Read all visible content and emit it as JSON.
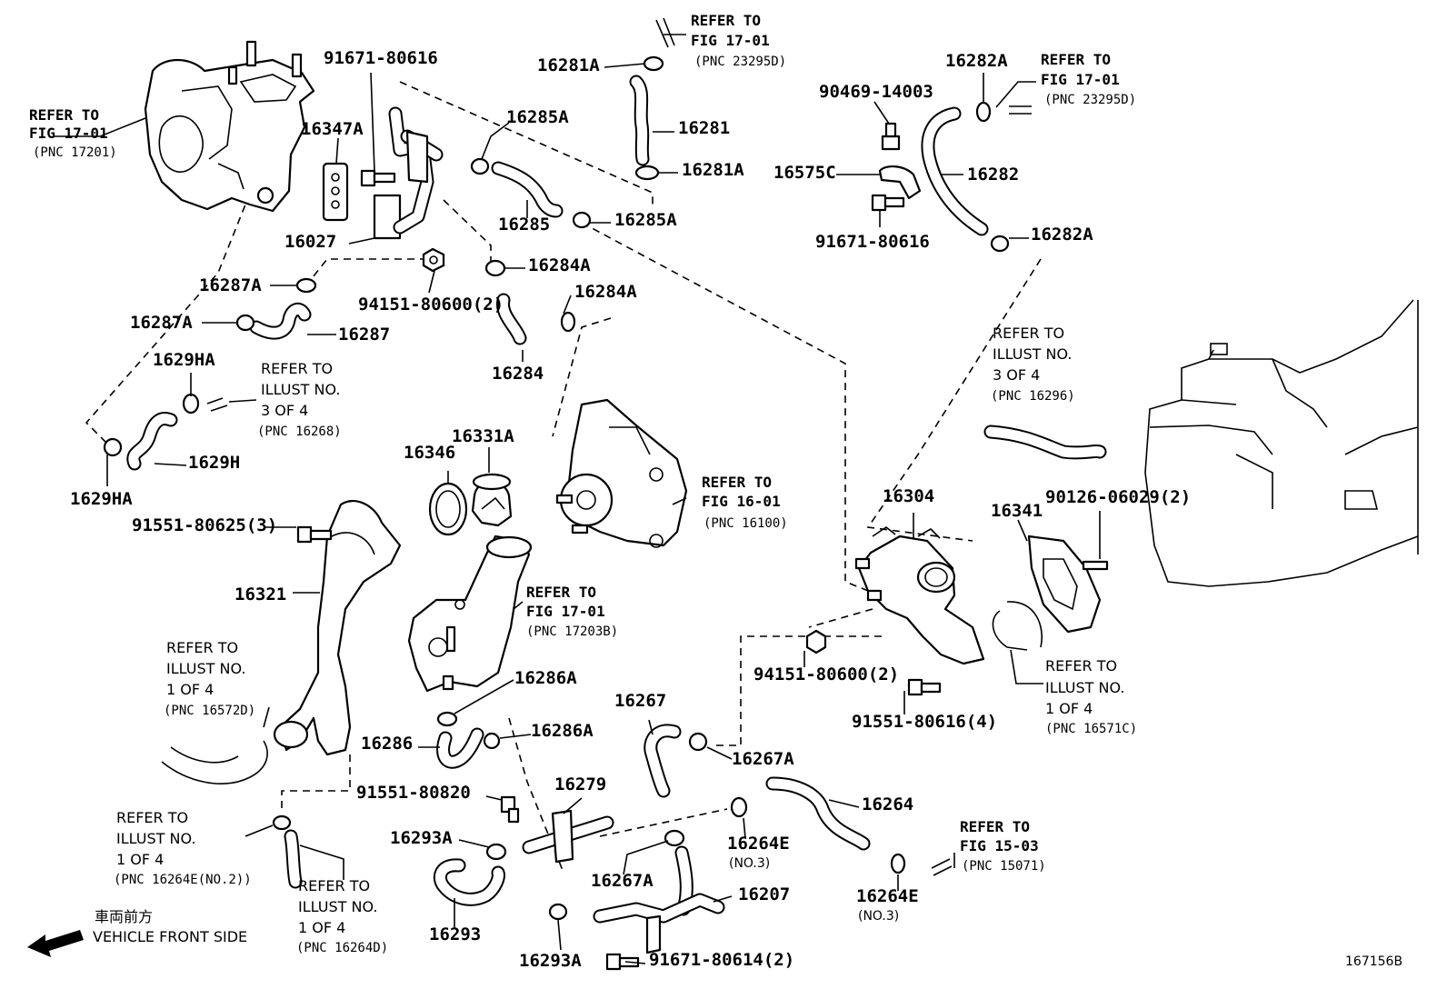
{
  "diagram_id": "167156B",
  "front_direction": {
    "jp": "車両前方",
    "en": "VEHICLE FRONT SIDE"
  },
  "parts": [
    {
      "id": "p1",
      "text": "16347A"
    },
    {
      "id": "p2",
      "text": "91671-80616"
    },
    {
      "id": "p3",
      "text": "16027"
    },
    {
      "id": "p4",
      "text": "16287A"
    },
    {
      "id": "p5",
      "text": "16287A"
    },
    {
      "id": "p6",
      "text": "16287"
    },
    {
      "id": "p7",
      "text": "94151-80600(2)"
    },
    {
      "id": "p8",
      "text": "1629HA"
    },
    {
      "id": "p9",
      "text": "1629H"
    },
    {
      "id": "p10",
      "text": "1629HA"
    },
    {
      "id": "p11",
      "text": "16285A"
    },
    {
      "id": "p12",
      "text": "16285"
    },
    {
      "id": "p13",
      "text": "16285A"
    },
    {
      "id": "p14",
      "text": "16284A"
    },
    {
      "id": "p15",
      "text": "16284A"
    },
    {
      "id": "p16",
      "text": "16284"
    },
    {
      "id": "p17",
      "text": "16281A"
    },
    {
      "id": "p18",
      "text": "16281"
    },
    {
      "id": "p19",
      "text": "16281A"
    },
    {
      "id": "p20",
      "text": "90469-14003"
    },
    {
      "id": "p21",
      "text": "16282A"
    },
    {
      "id": "p22",
      "text": "16575C"
    },
    {
      "id": "p23",
      "text": "16282"
    },
    {
      "id": "p24",
      "text": "91671-80616"
    },
    {
      "id": "p25",
      "text": "16282A"
    },
    {
      "id": "p26",
      "text": "16346"
    },
    {
      "id": "p27",
      "text": "16331A"
    },
    {
      "id": "p28",
      "text": "91551-80625(3)"
    },
    {
      "id": "p29",
      "text": "16321"
    },
    {
      "id": "p30",
      "text": "16304"
    },
    {
      "id": "p31",
      "text": "16341"
    },
    {
      "id": "p32",
      "text": "90126-06029(2)"
    },
    {
      "id": "p33",
      "text": "94151-80600(2)"
    },
    {
      "id": "p34",
      "text": "91551-80616(4)"
    },
    {
      "id": "p35",
      "text": "16286A"
    },
    {
      "id": "p36",
      "text": "16286"
    },
    {
      "id": "p37",
      "text": "16286A"
    },
    {
      "id": "p38",
      "text": "91551-80820"
    },
    {
      "id": "p39",
      "text": "16267"
    },
    {
      "id": "p40",
      "text": "16267A"
    },
    {
      "id": "p41",
      "text": "16279"
    },
    {
      "id": "p42",
      "text": "16264"
    },
    {
      "id": "p43",
      "text": "16264E"
    },
    {
      "id": "p44",
      "text": "(NO.3)"
    },
    {
      "id": "p45",
      "text": "16293A"
    },
    {
      "id": "p46",
      "text": "16267A"
    },
    {
      "id": "p47",
      "text": "16207"
    },
    {
      "id": "p48",
      "text": "16264E"
    },
    {
      "id": "p49",
      "text": "(NO.3)"
    },
    {
      "id": "p50",
      "text": "16293"
    },
    {
      "id": "p51",
      "text": "16293A"
    },
    {
      "id": "p52",
      "text": "91671-80614(2)"
    }
  ],
  "references": [
    {
      "id": "r1",
      "lines": [
        "REFER TO",
        "FIG 17-01",
        "(PNC 17201)"
      ]
    },
    {
      "id": "r2",
      "lines": [
        "REFER TO",
        "FIG 17-01",
        "(PNC 23295D)"
      ]
    },
    {
      "id": "r3",
      "lines": [
        "REFER TO",
        "FIG 17-01",
        "(PNC 23295D)"
      ]
    },
    {
      "id": "r4",
      "lines": [
        "REFER TO",
        "ILLUST NO.",
        "3 OF 4",
        "(PNC 16268)"
      ]
    },
    {
      "id": "r5",
      "lines": [
        "REFER TO",
        "ILLUST NO.",
        "3 OF 4",
        "(PNC 16296)"
      ]
    },
    {
      "id": "r6",
      "lines": [
        "REFER TO",
        "FIG 16-01",
        "(PNC 16100)"
      ]
    },
    {
      "id": "r7",
      "lines": [
        "REFER TO",
        "FIG 17-01",
        "(PNC 17203B)"
      ]
    },
    {
      "id": "r8",
      "lines": [
        "REFER TO",
        "ILLUST NO.",
        "1 OF 4",
        "(PNC 16572D)"
      ]
    },
    {
      "id": "r9",
      "lines": [
        "REFER TO",
        "ILLUST NO.",
        "1 OF 4",
        "(PNC 16571C)"
      ]
    },
    {
      "id": "r10",
      "lines": [
        "REFER TO",
        "ILLUST NO.",
        "1 OF 4",
        "(PNC 16264E(NO.2))"
      ]
    },
    {
      "id": "r11",
      "lines": [
        "REFER TO",
        "ILLUST NO.",
        "1 OF 4",
        "(PNC 16264D)"
      ]
    },
    {
      "id": "r12",
      "lines": [
        "REFER TO",
        "FIG 15-03",
        "(PNC 15071)"
      ]
    }
  ]
}
